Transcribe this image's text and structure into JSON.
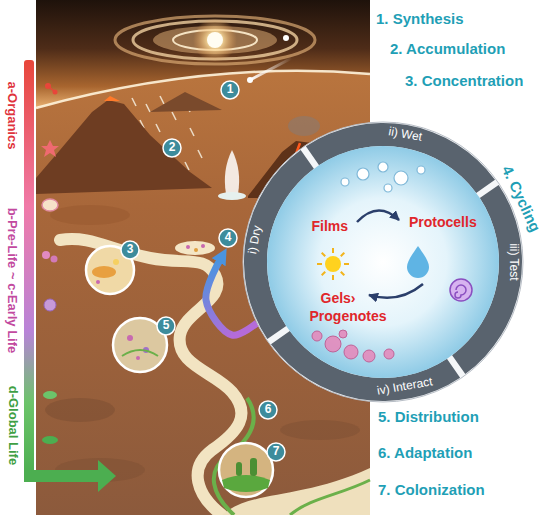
{
  "diagram": {
    "nodes": [
      {
        "text": [
          "1"
        ]
      },
      {
        "text": [
          "2"
        ]
      },
      {
        "text": [
          "3"
        ]
      },
      {
        "text": [
          "4"
        ]
      },
      {
        "text": [
          "5"
        ]
      },
      {
        "text": [
          "6"
        ]
      },
      {
        "text": [
          "7"
        ]
      },
      {
        "text": [
          "Films",
          "Protocells",
          "Gels›",
          "Progenotes"
        ]
      },
      {
        "text": [
          "i) Dry"
        ],
        "in": 7
      },
      {
        "text": [
          "ii) Wet"
        ],
        "in": 7
      },
      {
        "text": [
          "iii) Test"
        ],
        "in": 7
      },
      {
        "text": [
          "iv) Interact"
        ],
        "in": 7
      }
    ],
    "edges": [
      {
        "from": 7,
        "to": 3,
        "arrow": "to"
      }
    ],
    "labels": [
      "1. Synthesis",
      "2. Accumulation",
      "3. Concentration",
      "4. Cycling",
      "5. Distribution",
      "6. Adaptation",
      "7. Colonization",
      "a-Organics",
      "b-Pre-Life ~ c-Early Life",
      "d-Global Life"
    ]
  }
}
